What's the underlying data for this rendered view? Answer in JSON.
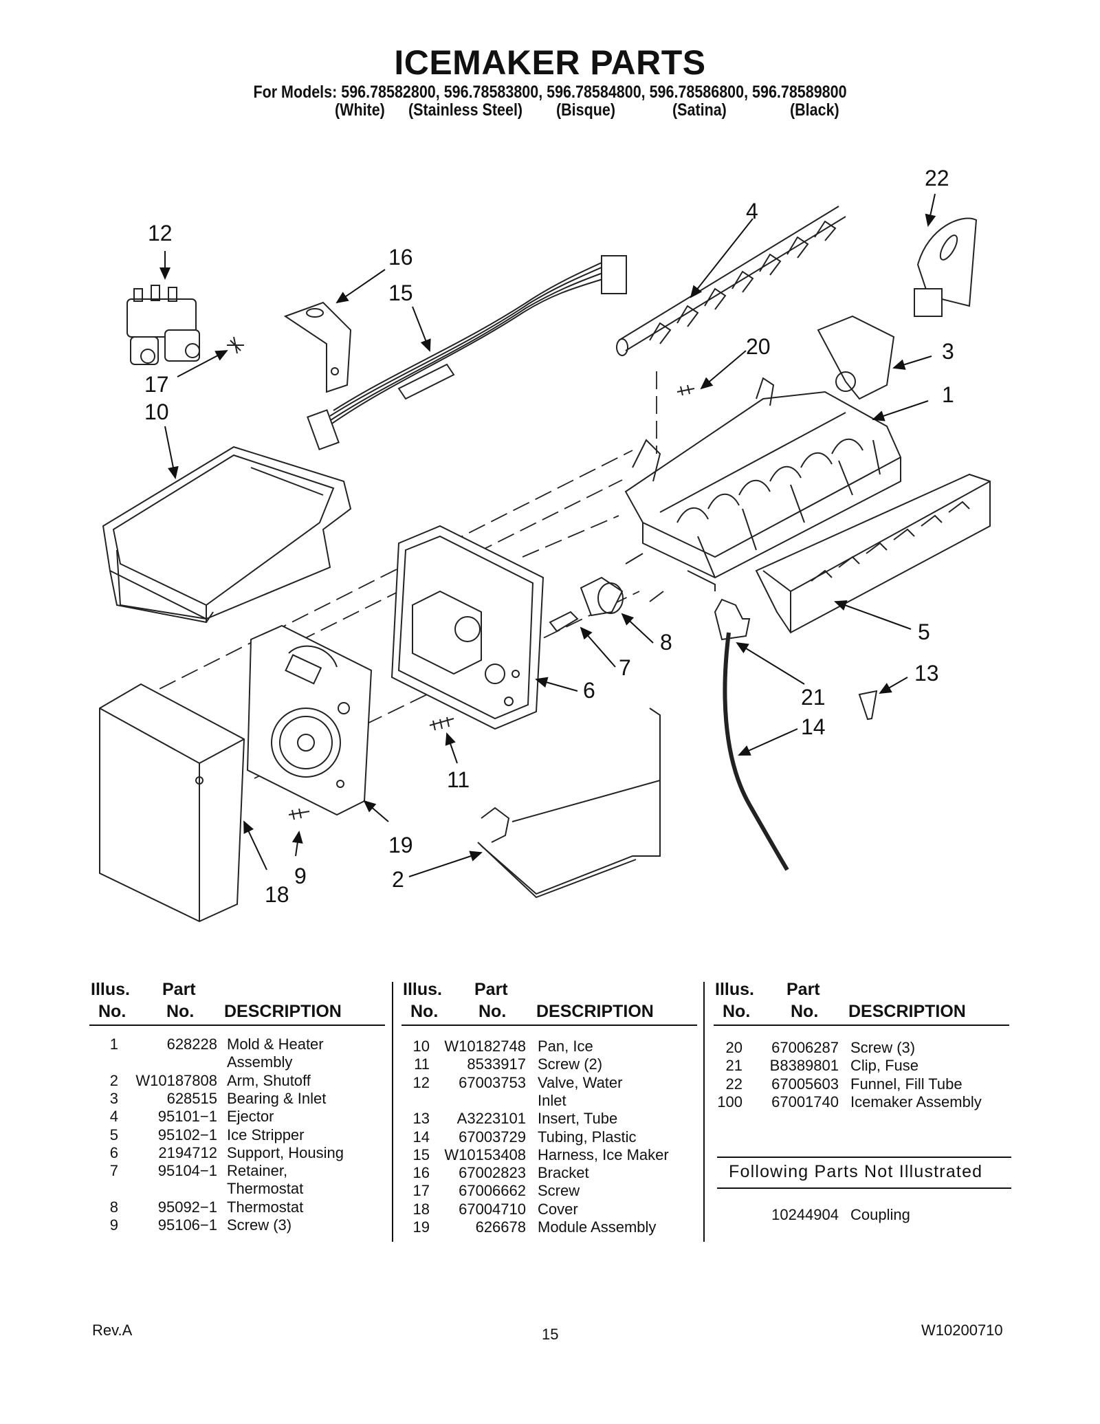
{
  "header": {
    "title": "ICEMAKER PARTS",
    "models": "For Models: 596.78582800, 596.78583800, 596.78584800, 596.78586800, 596.78589800",
    "finishes": [
      "(White)",
      "(Stainless Steel)",
      "(Bisque)",
      "(Satina)",
      "(Black)"
    ]
  },
  "diagram": {
    "callouts": [
      "1",
      "2",
      "3",
      "4",
      "5",
      "6",
      "7",
      "8",
      "9",
      "10",
      "11",
      "12",
      "13",
      "14",
      "15",
      "16",
      "17",
      "18",
      "19",
      "20",
      "21",
      "22"
    ]
  },
  "table": {
    "headers": {
      "illus_1": "Illus.",
      "illus_2": "No.",
      "part_1": "Part",
      "part_2": "No.",
      "description": "DESCRIPTION"
    },
    "col1": [
      {
        "illus": "1",
        "part": "628228",
        "desc": "Mold & Heater"
      },
      {
        "illus": "",
        "part": "",
        "desc": "Assembly"
      },
      {
        "illus": "2",
        "part": "W10187808",
        "desc": "Arm, Shutoff"
      },
      {
        "illus": "3",
        "part": "628515",
        "desc": "Bearing & Inlet"
      },
      {
        "illus": "4",
        "part": "95101−1",
        "desc": "Ejector"
      },
      {
        "illus": "5",
        "part": "95102−1",
        "desc": "Ice Stripper"
      },
      {
        "illus": "6",
        "part": "2194712",
        "desc": "Support, Housing"
      },
      {
        "illus": "7",
        "part": "95104−1",
        "desc": "Retainer,"
      },
      {
        "illus": "",
        "part": "",
        "desc": "Thermostat"
      },
      {
        "illus": "8",
        "part": "95092−1",
        "desc": "Thermostat"
      },
      {
        "illus": "9",
        "part": "95106−1",
        "desc": "Screw (3)"
      }
    ],
    "col2": [
      {
        "illus": "10",
        "part": "W10182748",
        "desc": "Pan, Ice"
      },
      {
        "illus": "11",
        "part": "8533917",
        "desc": "Screw (2)"
      },
      {
        "illus": "12",
        "part": "67003753",
        "desc": "Valve, Water"
      },
      {
        "illus": "",
        "part": "",
        "desc": "Inlet"
      },
      {
        "illus": "13",
        "part": "A3223101",
        "desc": "Insert, Tube"
      },
      {
        "illus": "14",
        "part": "67003729",
        "desc": "Tubing, Plastic"
      },
      {
        "illus": "15",
        "part": "W10153408",
        "desc": "Harness, Ice Maker"
      },
      {
        "illus": "16",
        "part": "67002823",
        "desc": "Bracket"
      },
      {
        "illus": "17",
        "part": "67006662",
        "desc": "Screw"
      },
      {
        "illus": "18",
        "part": "67004710",
        "desc": "Cover"
      },
      {
        "illus": "19",
        "part": "626678",
        "desc": "Module Assembly"
      }
    ],
    "col3": [
      {
        "illus": "20",
        "part": "67006287",
        "desc": "Screw (3)"
      },
      {
        "illus": "21",
        "part": "B8389801",
        "desc": "Clip, Fuse"
      },
      {
        "illus": "22",
        "part": "67005603",
        "desc": "Funnel, Fill Tube"
      },
      {
        "illus": "100",
        "part": "67001740",
        "desc": "Icemaker Assembly"
      }
    ],
    "not_illustrated_heading": "Following Parts Not Illustrated",
    "not_illustrated": [
      {
        "part": "10244904",
        "desc": "Coupling"
      }
    ]
  },
  "footer": {
    "rev": "Rev.A",
    "page": "15",
    "doc_number": "W10200710"
  }
}
